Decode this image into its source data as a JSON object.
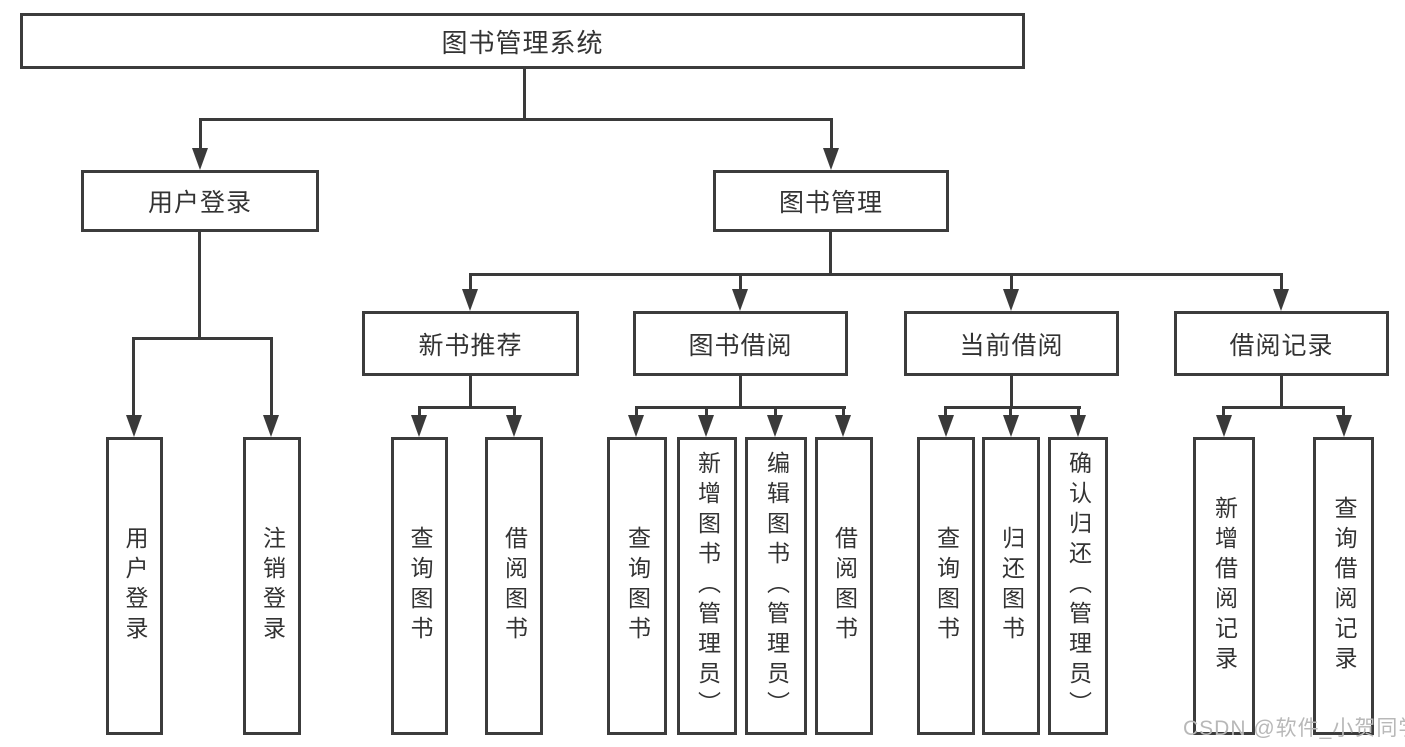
{
  "diagram": {
    "title": "图书管理系统",
    "level2": [
      {
        "label": "用户登录"
      },
      {
        "label": "图书管理"
      }
    ],
    "level3": [
      {
        "label": "新书推荐"
      },
      {
        "label": "图书借阅"
      },
      {
        "label": "当前借阅"
      },
      {
        "label": "借阅记录"
      }
    ],
    "leaves": [
      {
        "parent": "用户登录",
        "label": "用户登录"
      },
      {
        "parent": "用户登录",
        "label": "注销登录"
      },
      {
        "parent": "新书推荐",
        "label": "查询图书"
      },
      {
        "parent": "新书推荐",
        "label": "借阅图书"
      },
      {
        "parent": "图书借阅",
        "label": "查询图书"
      },
      {
        "parent": "图书借阅",
        "label": "新增图书（管理员）"
      },
      {
        "parent": "图书借阅",
        "label": "编辑图书（管理员）"
      },
      {
        "parent": "图书借阅",
        "label": "借阅图书"
      },
      {
        "parent": "当前借阅",
        "label": "查询图书"
      },
      {
        "parent": "当前借阅",
        "label": "归还图书"
      },
      {
        "parent": "当前借阅",
        "label": "确认归还（管理员）"
      },
      {
        "parent": "借阅记录",
        "label": "新增借阅记录"
      },
      {
        "parent": "借阅记录",
        "label": "查询借阅记录"
      }
    ]
  },
  "watermark": {
    "text": "CSDN @软件_小贺同学",
    "color": "#b8b8b8"
  },
  "colors": {
    "background": "#ffffff",
    "line": "#3a3a3a",
    "box_border": "#3c3c3c",
    "text": "#333333"
  }
}
